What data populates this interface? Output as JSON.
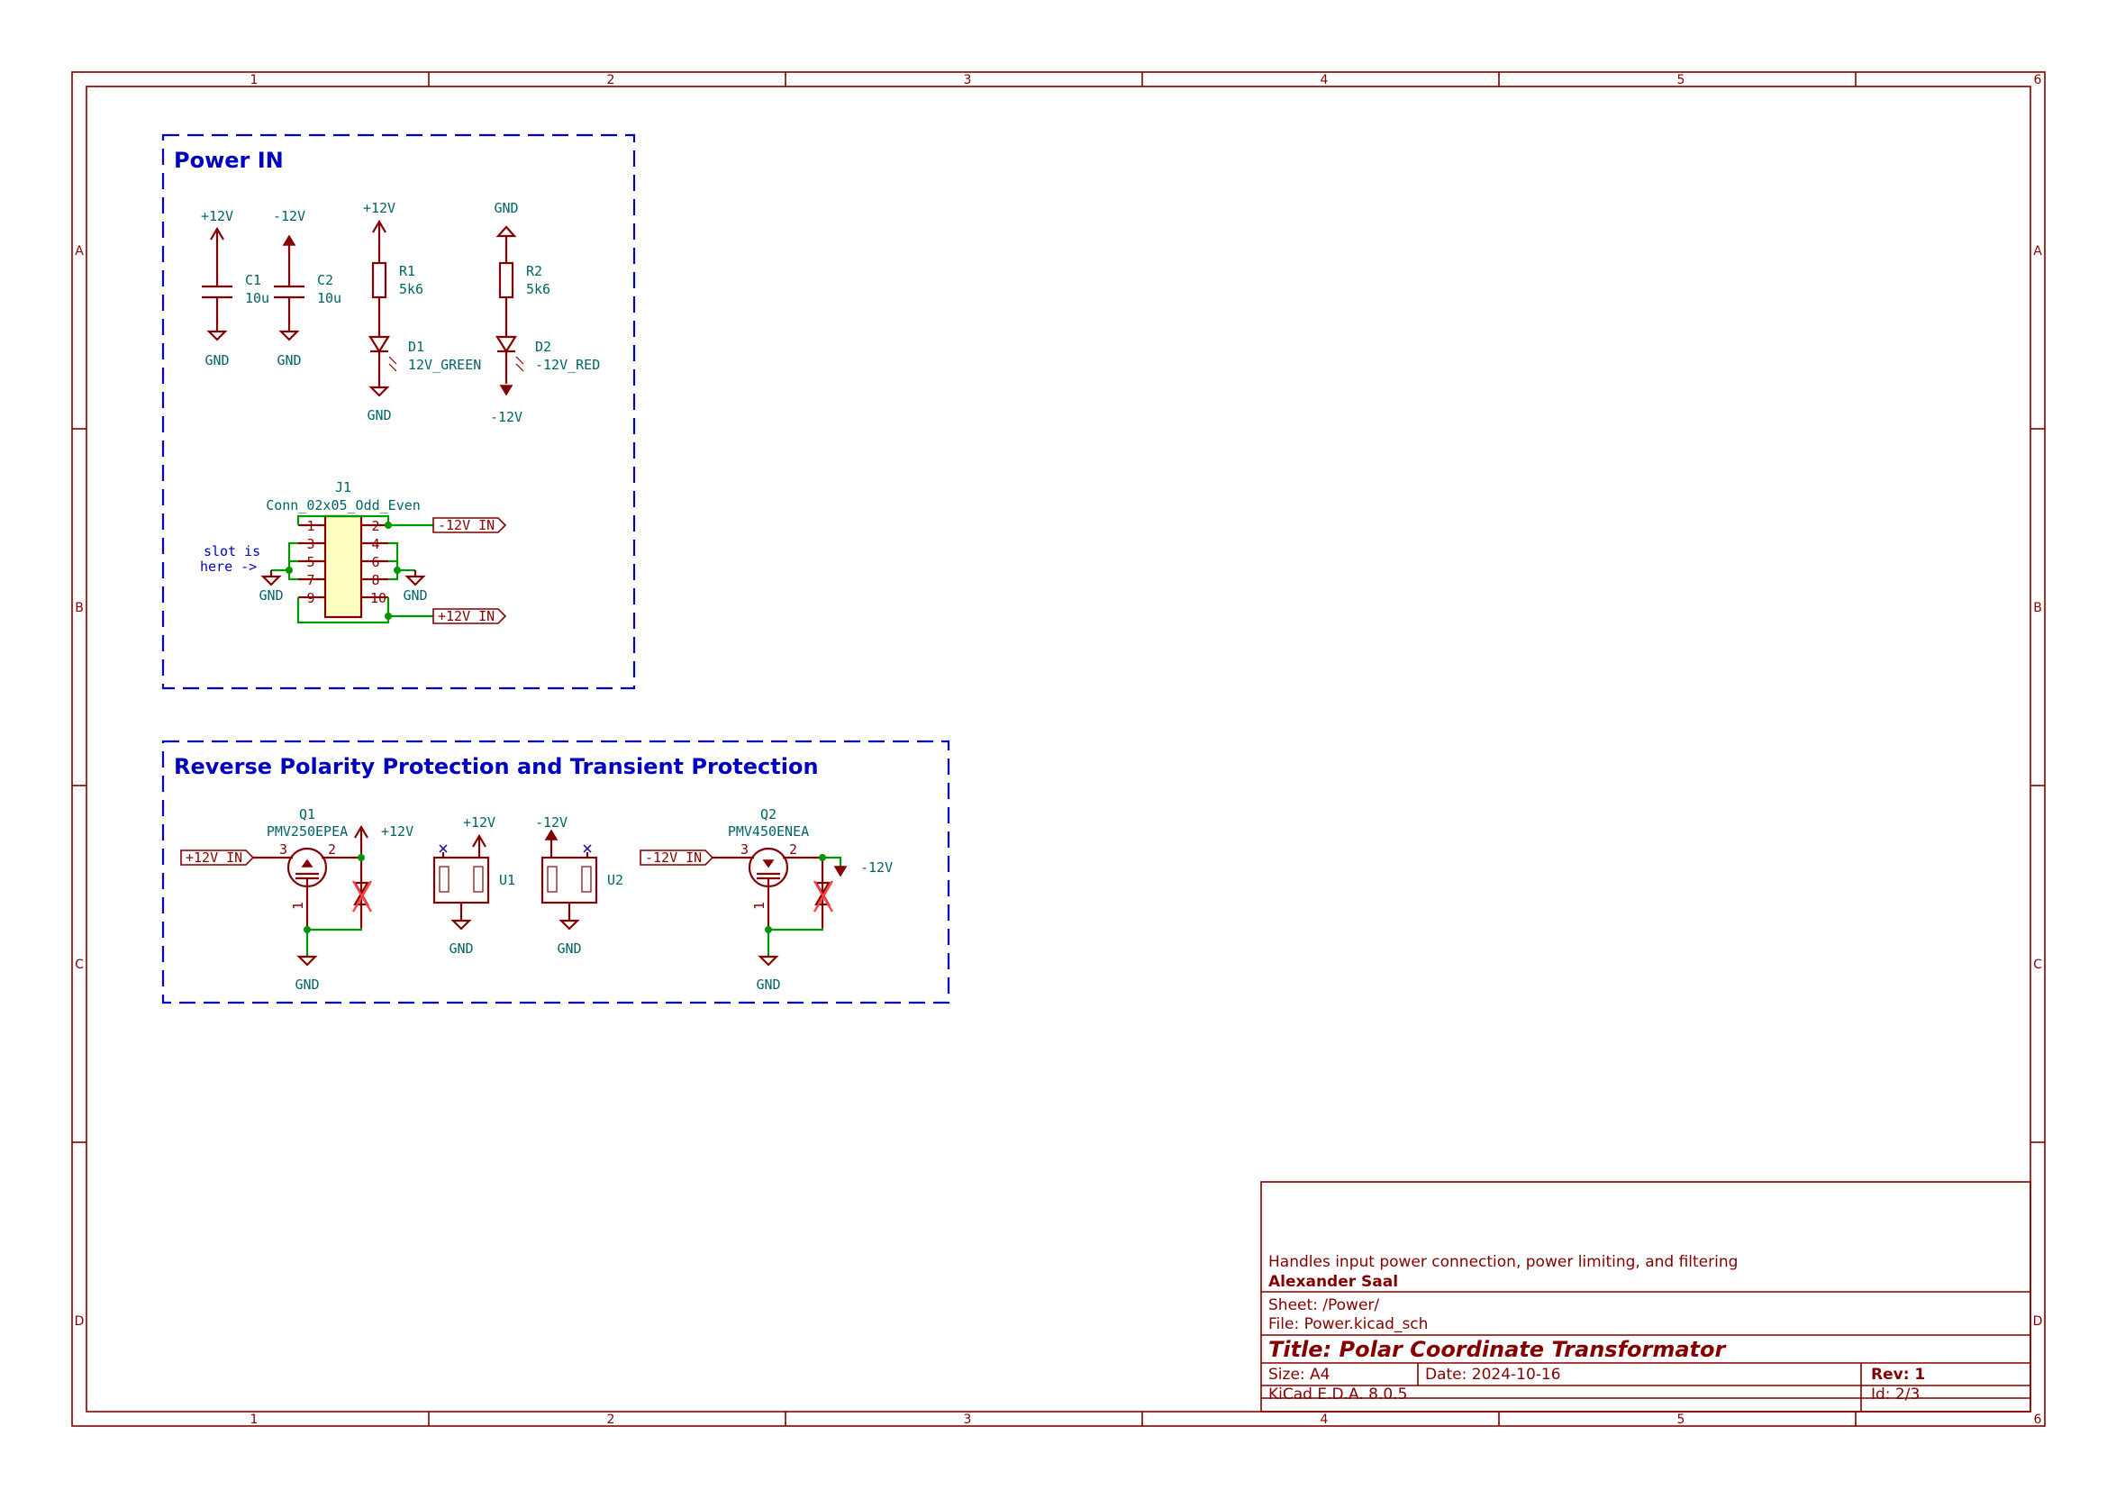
{
  "grid": {
    "columns": [
      "1",
      "2",
      "3",
      "4",
      "5",
      "6"
    ],
    "rows": [
      "A",
      "B",
      "C",
      "D"
    ]
  },
  "blocks": {
    "power_in": {
      "title": "Power IN"
    },
    "protection": {
      "title": "Reverse Polarity Protection and Transient Protection"
    }
  },
  "power_in": {
    "c1": {
      "ref": "C1",
      "value": "10u",
      "top": "+12V",
      "bottom": "GND"
    },
    "c2": {
      "ref": "C2",
      "value": "10u",
      "top": "-12V",
      "bottom": "GND"
    },
    "r1": {
      "ref": "R1",
      "value": "5k6",
      "top": "+12V"
    },
    "d1": {
      "ref": "D1",
      "value": "12V_GREEN",
      "bottom": "GND"
    },
    "r2": {
      "ref": "R2",
      "value": "5k6",
      "top": "GND"
    },
    "d2": {
      "ref": "D2",
      "value": "-12V_RED",
      "bottom": "-12V"
    },
    "j1": {
      "ref": "J1",
      "value": "Conn_02x05_Odd_Even",
      "pins_left": [
        "1",
        "3",
        "5",
        "7",
        "9"
      ],
      "pins_right": [
        "2",
        "4",
        "6",
        "8",
        "10"
      ],
      "label_top": "-12V_IN",
      "label_bottom": "+12V_IN",
      "gnd_left": "GND",
      "gnd_right": "GND",
      "note_line1": "slot is",
      "note_line2": "here ->"
    }
  },
  "protection": {
    "q1": {
      "ref": "Q1",
      "value": "PMV250EPEA",
      "in_label": "+12V_IN",
      "out": "+12V",
      "gnd": "GND",
      "pin_in": "3",
      "pin_out": "2",
      "pin_gate": "1"
    },
    "u1": {
      "ref": "U1",
      "top": "+12V",
      "gnd": "GND"
    },
    "u2": {
      "ref": "U2",
      "top": "-12V",
      "gnd": "GND"
    },
    "q2": {
      "ref": "Q2",
      "value": "PMV450ENEA",
      "in_label": "-12V_IN",
      "out": "-12V",
      "gnd": "GND",
      "pin_in": "3",
      "pin_out": "2",
      "pin_gate": "1"
    }
  },
  "title_block": {
    "comment": "Handles input power connection, power limiting, and filtering",
    "company": "Alexander Saal",
    "sheet": "Sheet: /Power/",
    "file": "File: Power.kicad_sch",
    "title": "Title: Polar Coordinate Transformator",
    "size": "Size: A4",
    "date": "Date: 2024-10-16",
    "rev": "Rev: 1",
    "tool": "KiCad E.D.A. 8.0.5",
    "id": "Id: 2/3"
  },
  "colors": {
    "frame": "#840000",
    "wire": "#009600",
    "annotation": "#0000c2",
    "reference": "#006464",
    "component_body": "#ffffc2",
    "no_connect": "#ff4040"
  }
}
